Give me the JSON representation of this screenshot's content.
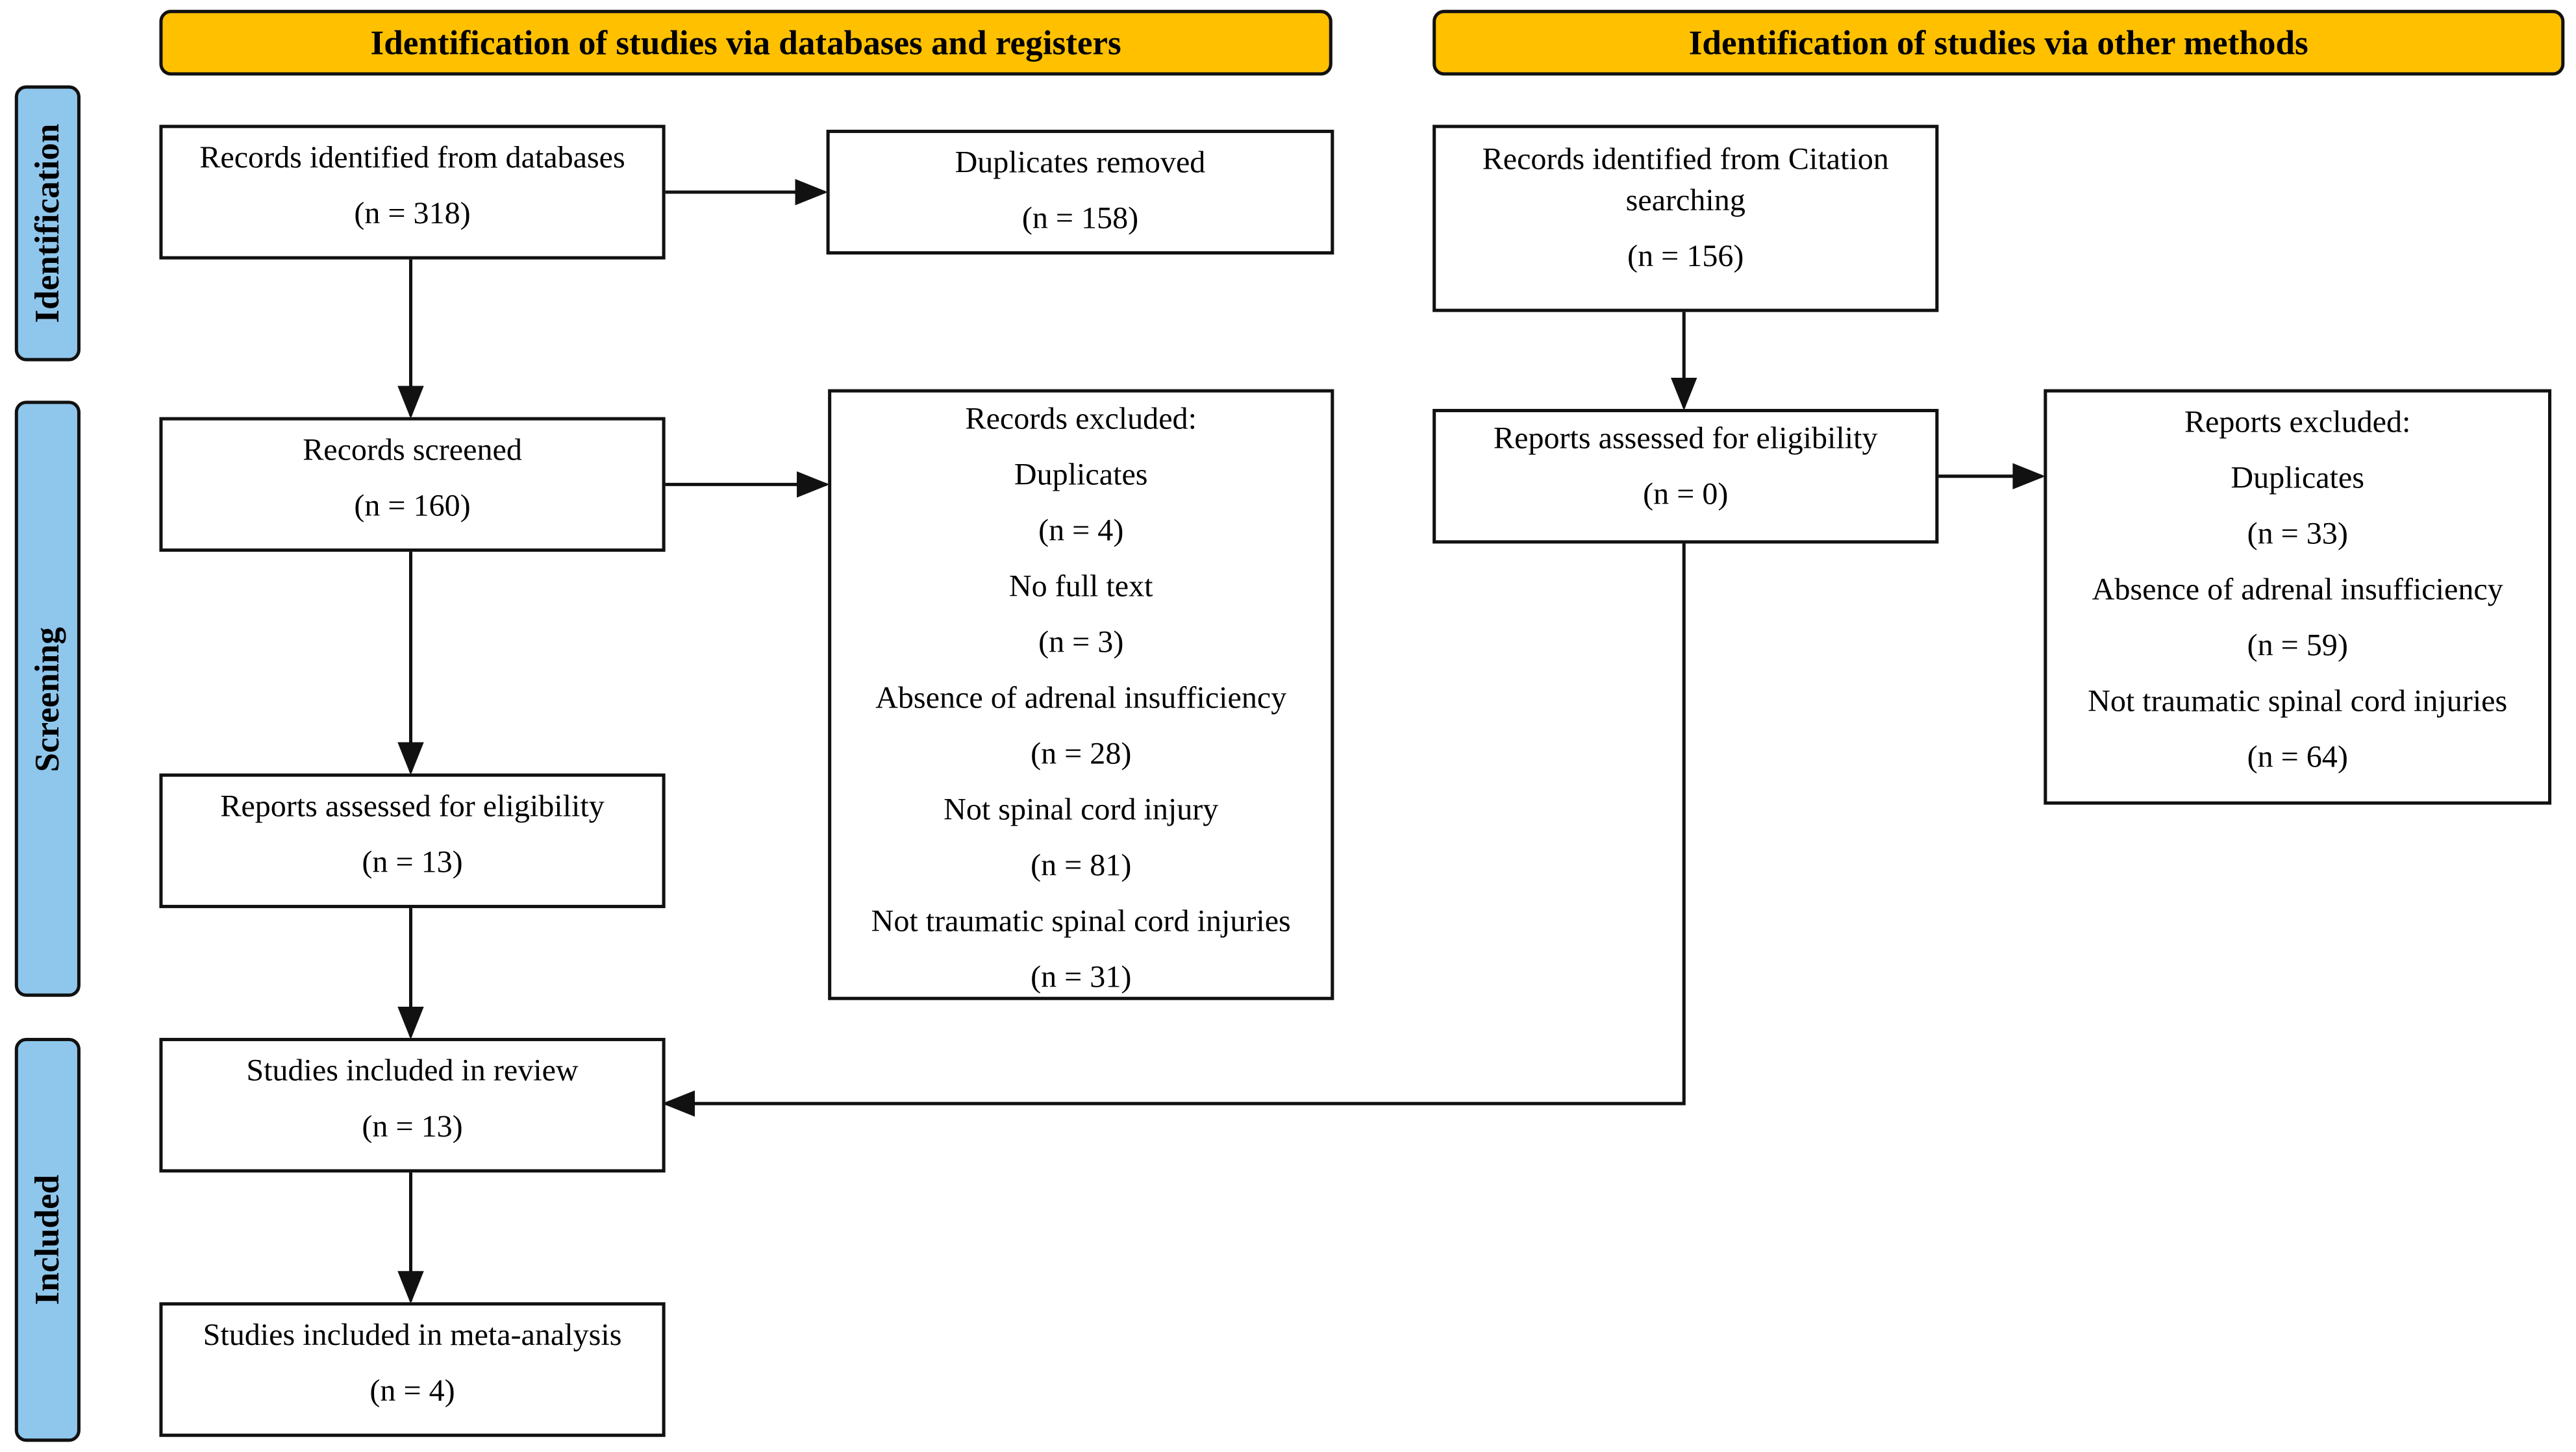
{
  "headers": {
    "databases": "Identification of studies via databases and registers",
    "other": "Identification of studies via other methods"
  },
  "phases": {
    "identification": "Identification",
    "screening": "Screening",
    "included": "Included"
  },
  "colors": {
    "header": "#FFC000",
    "phase": "#8FC6EC"
  },
  "boxes": {
    "records_identified": {
      "title": "Records identified from databases",
      "n": "(n = 318)"
    },
    "duplicates_removed": {
      "title": "Duplicates removed",
      "n": "(n = 158)"
    },
    "records_screened": {
      "title": "Records screened",
      "n": "(n = 160)"
    },
    "records_excluded": {
      "title": "Records excluded:",
      "items": [
        {
          "label": "Duplicates",
          "n": "(n = 4)"
        },
        {
          "label": "No full text",
          "n": "(n = 3)"
        },
        {
          "label": "Absence of adrenal insufficiency",
          "n": "(n = 28)"
        },
        {
          "label": "Not spinal cord injury",
          "n": "(n = 81)"
        },
        {
          "label": "Not traumatic spinal cord injuries",
          "n": "(n = 31)"
        }
      ]
    },
    "reports_assessed": {
      "title": "Reports assessed for eligibility",
      "n": "(n = 13)"
    },
    "studies_review": {
      "title": "Studies included in review",
      "n": "(n = 13)"
    },
    "studies_meta": {
      "title": "Studies included in meta-analysis",
      "n": "(n = 4)"
    },
    "citation": {
      "title1": "Records identified from Citation",
      "title2": "searching",
      "n": "(n = 156)"
    },
    "other_assessed": {
      "title": "Reports assessed for eligibility",
      "n": "(n = 0)"
    },
    "other_excluded": {
      "title": "Reports excluded:",
      "items": [
        {
          "label": "Duplicates",
          "n": "(n = 33)"
        },
        {
          "label": "Absence of adrenal insufficiency",
          "n": "(n = 59)"
        },
        {
          "label": "Not traumatic spinal cord injuries",
          "n": "(n = 64)"
        }
      ]
    }
  }
}
